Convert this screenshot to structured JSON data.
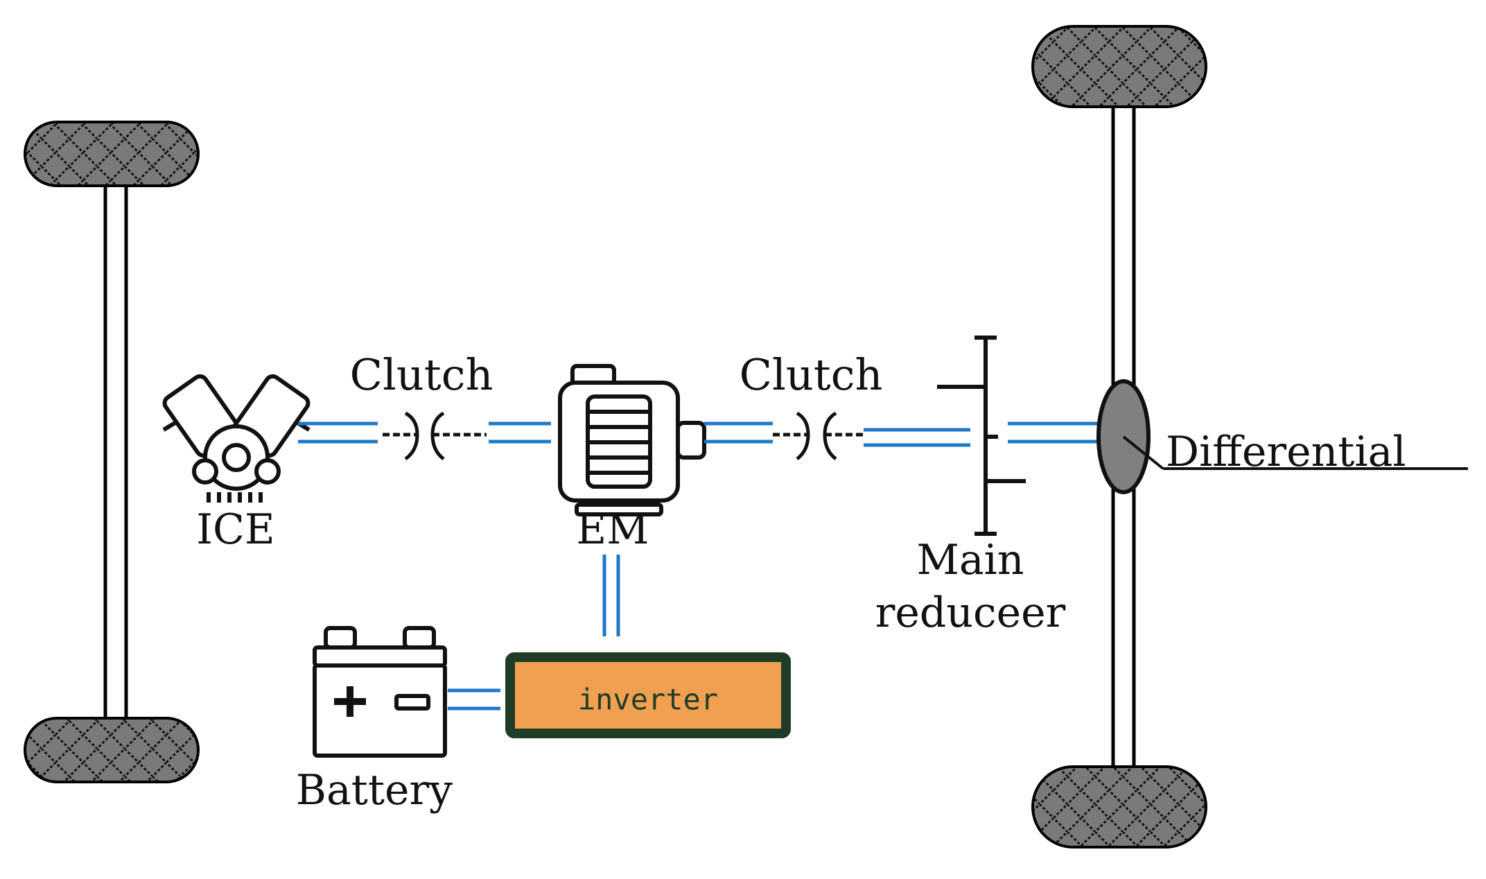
{
  "labels": {
    "ice": "ICE",
    "clutch_left": "Clutch",
    "em": "EM",
    "clutch_right": "Clutch",
    "main_reducer_line1": "Main",
    "main_reducer_line2": "reduceer",
    "differential": "Differential",
    "battery": "Battery",
    "inverter": "inverter"
  },
  "colors": {
    "shaft": "#1E78C8",
    "inverter_fill": "#F0A050",
    "inverter_border": "#1F3D26",
    "differential_fill": "#808080",
    "tire_fill": "#7A7A7A"
  },
  "icons": {
    "engine": "engine-icon",
    "motor": "electric-motor-icon",
    "battery": "battery-icon"
  }
}
